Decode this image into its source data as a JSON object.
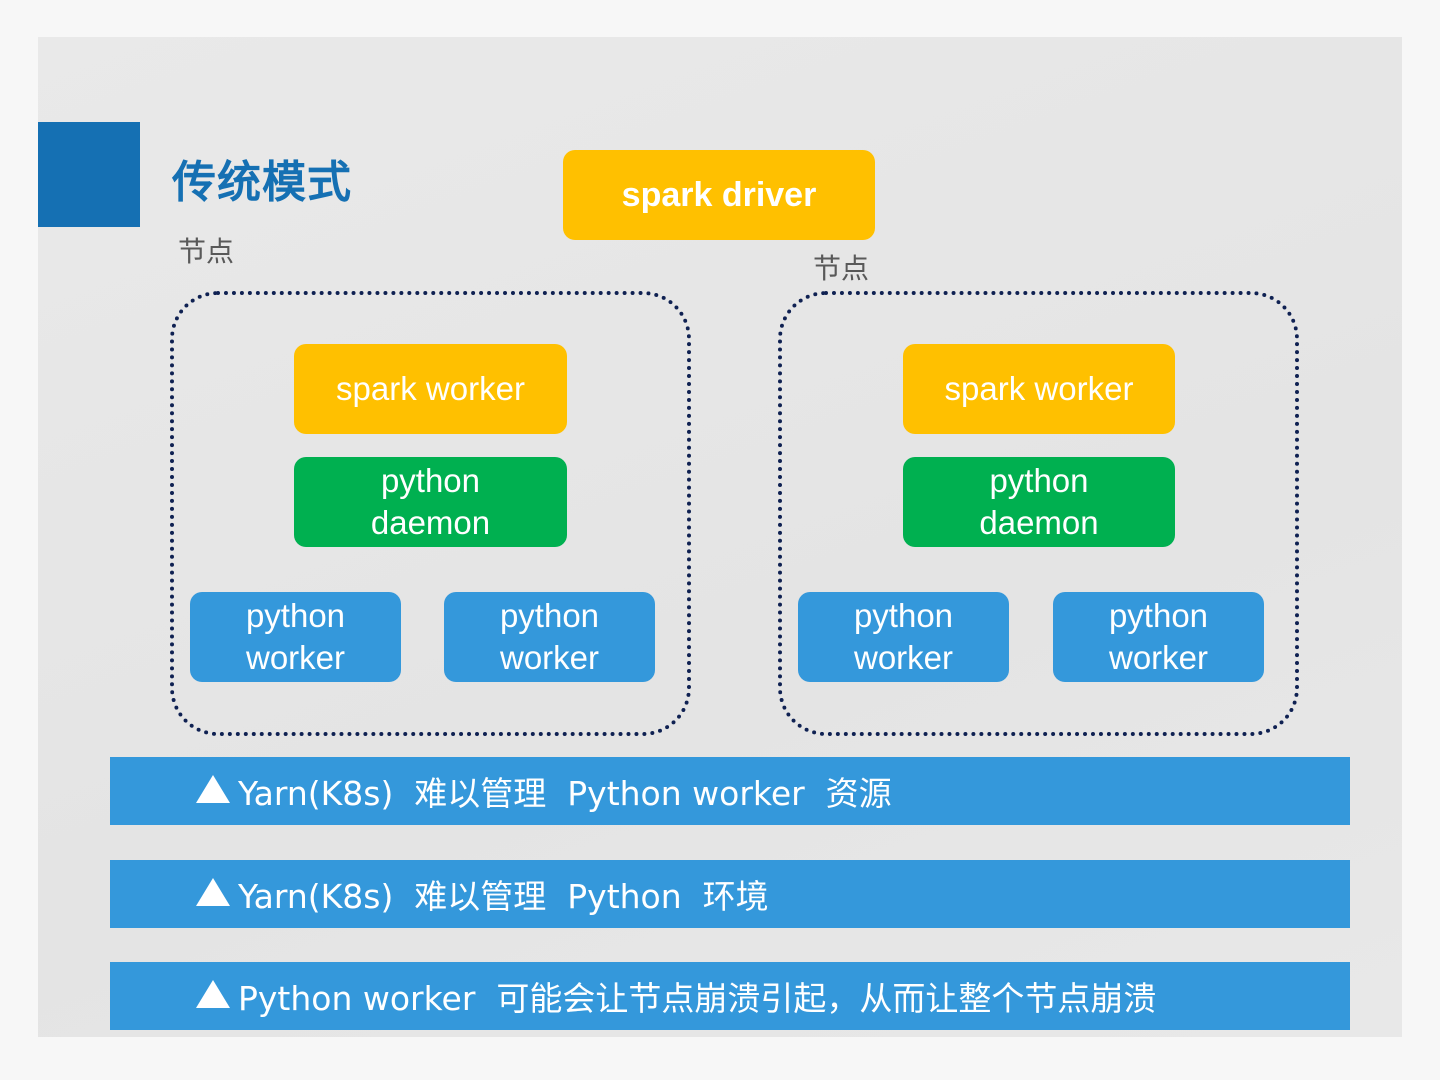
{
  "slide": {
    "title": "传统模式",
    "driver": {
      "label": "spark driver"
    },
    "nodes": [
      {
        "label": "节点",
        "spark_worker": "spark worker",
        "python_daemon": "python\ndaemon",
        "python_workers": [
          "python\nworker",
          "python\nworker"
        ]
      },
      {
        "label": "节点",
        "spark_worker": "spark worker",
        "python_daemon": "python\ndaemon",
        "python_workers": [
          "python\nworker",
          "python\nworker"
        ]
      }
    ],
    "banners": [
      {
        "icon": "triangle-up-icon",
        "text": "Yarn(K8s)  难以管理  Python worker  资源"
      },
      {
        "icon": "triangle-up-icon",
        "text": "Yarn(K8s)  难以管理  Python  环境"
      },
      {
        "icon": "triangle-up-icon",
        "text": "Python worker  可能会让节点崩溃引起，从而让整个节点崩溃"
      }
    ],
    "colors": {
      "title": "#1570b3",
      "spark": "#ffc000",
      "daemon": "#00b050",
      "worker": "#3498db",
      "node_border": "#0f2152"
    }
  }
}
